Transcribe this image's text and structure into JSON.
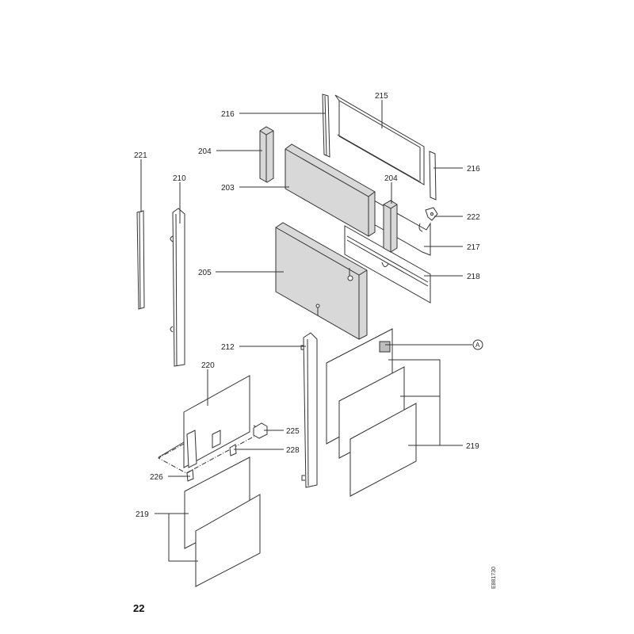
{
  "labels": {
    "l216a": "216",
    "l215": "215",
    "l216b": "216",
    "l204a": "204",
    "l203": "203",
    "l204b": "204",
    "l221": "221",
    "l210": "210",
    "l222": "222",
    "l217": "217",
    "l205": "205",
    "l218": "218",
    "l212": "212",
    "lA": "A",
    "l220": "220",
    "l225": "225",
    "l228": "228",
    "l219r": "219",
    "l226": "226",
    "l219l": "219"
  },
  "page_number": "22",
  "drawing_code": "E881730"
}
